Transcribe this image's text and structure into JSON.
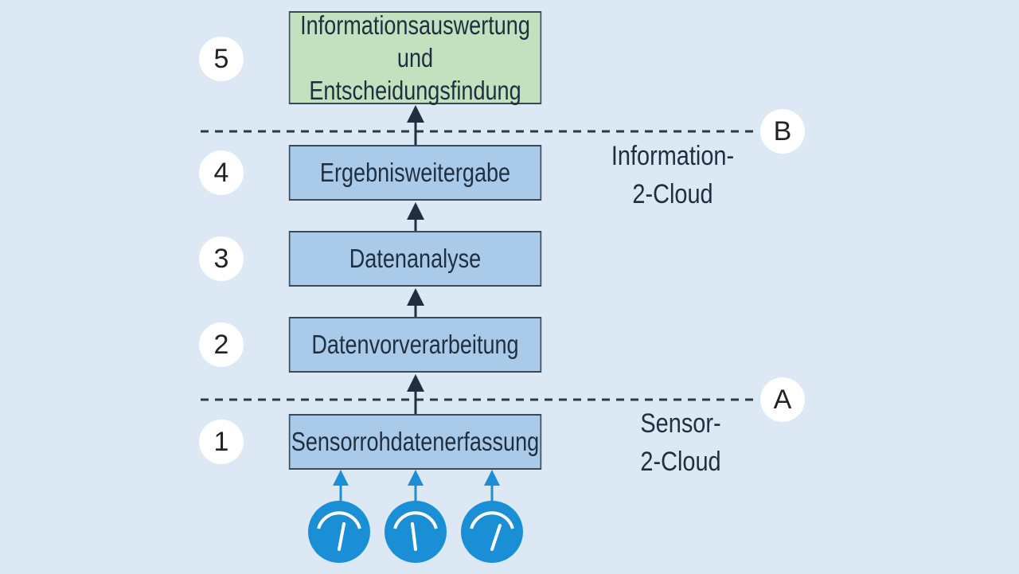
{
  "steps": [
    {
      "number": "1",
      "label": "Sensorrohdatenerfassung"
    },
    {
      "number": "2",
      "label": "Datenvorverarbeitung"
    },
    {
      "number": "3",
      "label": "Datenanalyse"
    },
    {
      "number": "4",
      "label": "Ergebnisweitergabe"
    },
    {
      "number": "5",
      "label_line1": "Informationsauswertung",
      "label_line2": "und Entscheidungsfindung"
    }
  ],
  "boundaries": [
    {
      "letter": "A",
      "label_line1": "Sensor-",
      "label_line2": "2-Cloud"
    },
    {
      "letter": "B",
      "label_line1": "Information-",
      "label_line2": "2-Cloud"
    }
  ],
  "sensors": [
    {
      "icon": "gauge-icon"
    },
    {
      "icon": "gauge-icon"
    },
    {
      "icon": "gauge-icon"
    }
  ],
  "colors": {
    "background": "#dce9f4",
    "box_blue": "#a9cbe9",
    "box_green": "#c3e0bf",
    "sensor_blue": "#1a8fd6",
    "arrow_dark": "#1f2f3f"
  }
}
